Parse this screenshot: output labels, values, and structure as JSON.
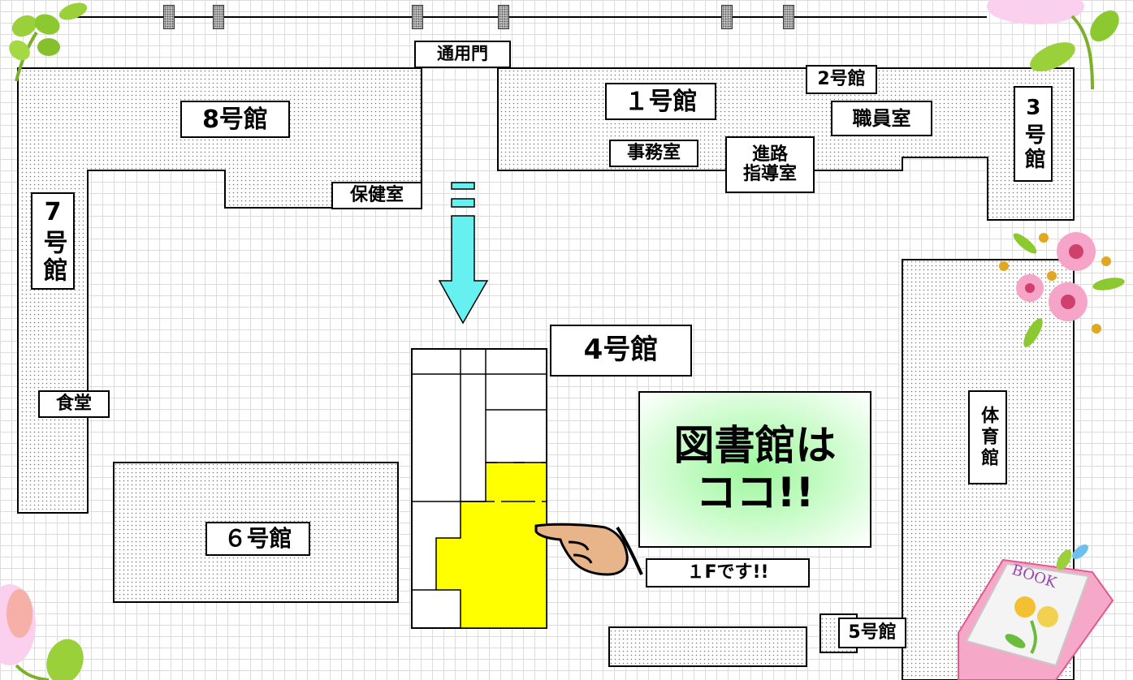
{
  "labels": {
    "gate": "通用門",
    "bldg1": "１号館",
    "bldg2": "2号館",
    "bldg3": "3号館",
    "bldg4": "4号館",
    "bldg5": "5号館",
    "bldg6": "６号館",
    "bldg7": "7号館",
    "bldg8": "8号館",
    "office": "事務室",
    "career_line1": "進路",
    "career_line2": "指導室",
    "staff_room": "職員室",
    "health_room": "保健室",
    "cafeteria": "食堂",
    "gym": "体育館",
    "library_line1": "図書館は",
    "library_line2": "ココ!!",
    "floor_note": "１Fです!!",
    "book": "BOOK"
  },
  "colors": {
    "highlight": "#ffff00",
    "arrow": "#66f0f0",
    "library_glow": "#9cf79c",
    "hand": "#e8b48a"
  },
  "icons": [
    "arrow-down-icon",
    "pointing-hand-icon",
    "clover-icon",
    "flower-icon",
    "book-icon"
  ]
}
